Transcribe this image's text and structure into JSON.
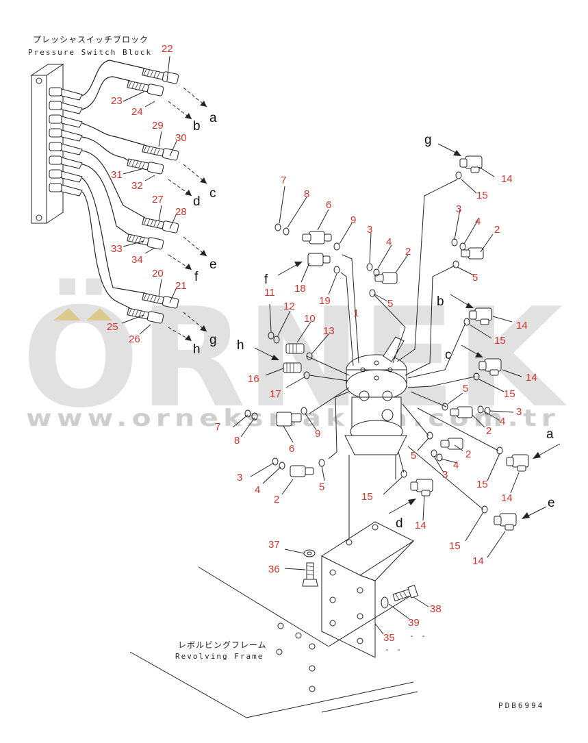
{
  "title_jp": "プレッシャスイッチブロック",
  "title_en": "Pressure Switch Block",
  "frame_jp": "レボルビングフレーム",
  "frame_en": "Revolving Frame",
  "drawing_code": "PDB6994",
  "watermark": {
    "text": "ÖRNEK",
    "url": "www.orneksmakina.com.tr"
  },
  "part_labels": [
    {
      "id": "p22",
      "text": "22"
    },
    {
      "id": "p23",
      "text": "23"
    },
    {
      "id": "p24",
      "text": "24"
    },
    {
      "id": "p29",
      "text": "29"
    },
    {
      "id": "p30",
      "text": "30"
    },
    {
      "id": "p31",
      "text": "31"
    },
    {
      "id": "p32",
      "text": "32"
    },
    {
      "id": "p27",
      "text": "27"
    },
    {
      "id": "p28",
      "text": "28"
    },
    {
      "id": "p33",
      "text": "33"
    },
    {
      "id": "p34",
      "text": "34"
    },
    {
      "id": "p20",
      "text": "20"
    },
    {
      "id": "p21",
      "text": "21"
    },
    {
      "id": "p25",
      "text": "25"
    },
    {
      "id": "p26",
      "text": "26"
    },
    {
      "id": "p7a",
      "text": "7"
    },
    {
      "id": "p8a",
      "text": "8"
    },
    {
      "id": "p6a",
      "text": "6"
    },
    {
      "id": "p9a",
      "text": "9"
    },
    {
      "id": "p3a",
      "text": "3"
    },
    {
      "id": "p4a",
      "text": "4"
    },
    {
      "id": "p2a",
      "text": "2"
    },
    {
      "id": "p5a",
      "text": "5"
    },
    {
      "id": "p18",
      "text": "18"
    },
    {
      "id": "p19",
      "text": "19"
    },
    {
      "id": "p11",
      "text": "11"
    },
    {
      "id": "p1",
      "text": "1"
    },
    {
      "id": "p12",
      "text": "12"
    },
    {
      "id": "p10",
      "text": "10"
    },
    {
      "id": "p13",
      "text": "13"
    },
    {
      "id": "p16",
      "text": "16"
    },
    {
      "id": "p17",
      "text": "17"
    },
    {
      "id": "p14a",
      "text": "14"
    },
    {
      "id": "p15a",
      "text": "15"
    },
    {
      "id": "p3b",
      "text": "3"
    },
    {
      "id": "p4b",
      "text": "4"
    },
    {
      "id": "p2b",
      "text": "2"
    },
    {
      "id": "p5b",
      "text": "5"
    },
    {
      "id": "p14b",
      "text": "14"
    },
    {
      "id": "p15b",
      "text": "15"
    },
    {
      "id": "p14c",
      "text": "14"
    },
    {
      "id": "p15c",
      "text": "15"
    },
    {
      "id": "p5c",
      "text": "5"
    },
    {
      "id": "p3c",
      "text": "3"
    },
    {
      "id": "p4c",
      "text": "4"
    },
    {
      "id": "p2c",
      "text": "2"
    },
    {
      "id": "p7b",
      "text": "7"
    },
    {
      "id": "p8b",
      "text": "8"
    },
    {
      "id": "p6b",
      "text": "6"
    },
    {
      "id": "p9b",
      "text": "9"
    },
    {
      "id": "p5d",
      "text": "5"
    },
    {
      "id": "p2d",
      "text": "2"
    },
    {
      "id": "p4d",
      "text": "4"
    },
    {
      "id": "p3d",
      "text": "3"
    },
    {
      "id": "p3e",
      "text": "3"
    },
    {
      "id": "p4e",
      "text": "4"
    },
    {
      "id": "p2e",
      "text": "2"
    },
    {
      "id": "p5e",
      "text": "5"
    },
    {
      "id": "p15d",
      "text": "15"
    },
    {
      "id": "p14d",
      "text": "14"
    },
    {
      "id": "p15e",
      "text": "15"
    },
    {
      "id": "p14e",
      "text": "14"
    },
    {
      "id": "p15f",
      "text": "15"
    },
    {
      "id": "p14f",
      "text": "14"
    },
    {
      "id": "p37",
      "text": "37"
    },
    {
      "id": "p36",
      "text": "36"
    },
    {
      "id": "p38",
      "text": "38"
    },
    {
      "id": "p39",
      "text": "39"
    },
    {
      "id": "p35",
      "text": "35"
    }
  ],
  "connection_labels": [
    {
      "id": "a1",
      "text": "a"
    },
    {
      "id": "b1",
      "text": "b"
    },
    {
      "id": "c1",
      "text": "c"
    },
    {
      "id": "d1",
      "text": "d"
    },
    {
      "id": "e1",
      "text": "e"
    },
    {
      "id": "f1",
      "text": "f"
    },
    {
      "id": "g1",
      "text": "g"
    },
    {
      "id": "h1",
      "text": "h"
    },
    {
      "id": "g2",
      "text": "g"
    },
    {
      "id": "f2",
      "text": "f"
    },
    {
      "id": "h2",
      "text": "h"
    },
    {
      "id": "b2",
      "text": "b"
    },
    {
      "id": "c2",
      "text": "c"
    },
    {
      "id": "a2",
      "text": "a"
    },
    {
      "id": "d2",
      "text": "d"
    },
    {
      "id": "e2",
      "text": "e"
    }
  ],
  "colors": {
    "label": "#d0342c",
    "line": "#222222",
    "watermark": "#c9c9c9",
    "watermark_accent": "#f2c94c"
  }
}
